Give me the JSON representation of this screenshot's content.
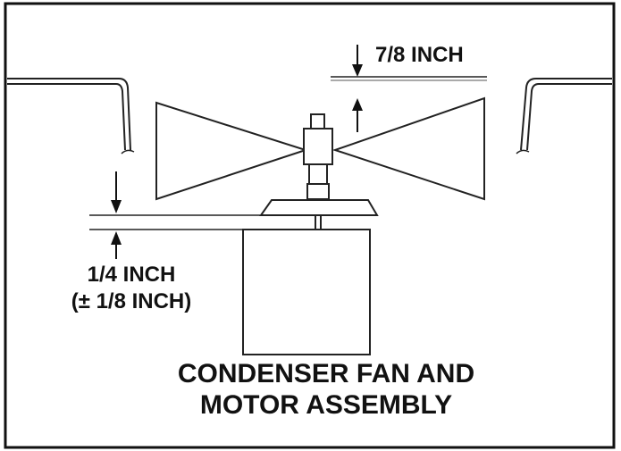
{
  "diagram": {
    "labels": {
      "top_clearance": "7/8 INCH",
      "side_clearance_line1": "1/4 INCH",
      "side_clearance_line2": "(± 1/8 INCH)"
    },
    "caption": {
      "line1": "CONDENSER FAN AND",
      "line2": "MOTOR ASSEMBLY"
    }
  }
}
